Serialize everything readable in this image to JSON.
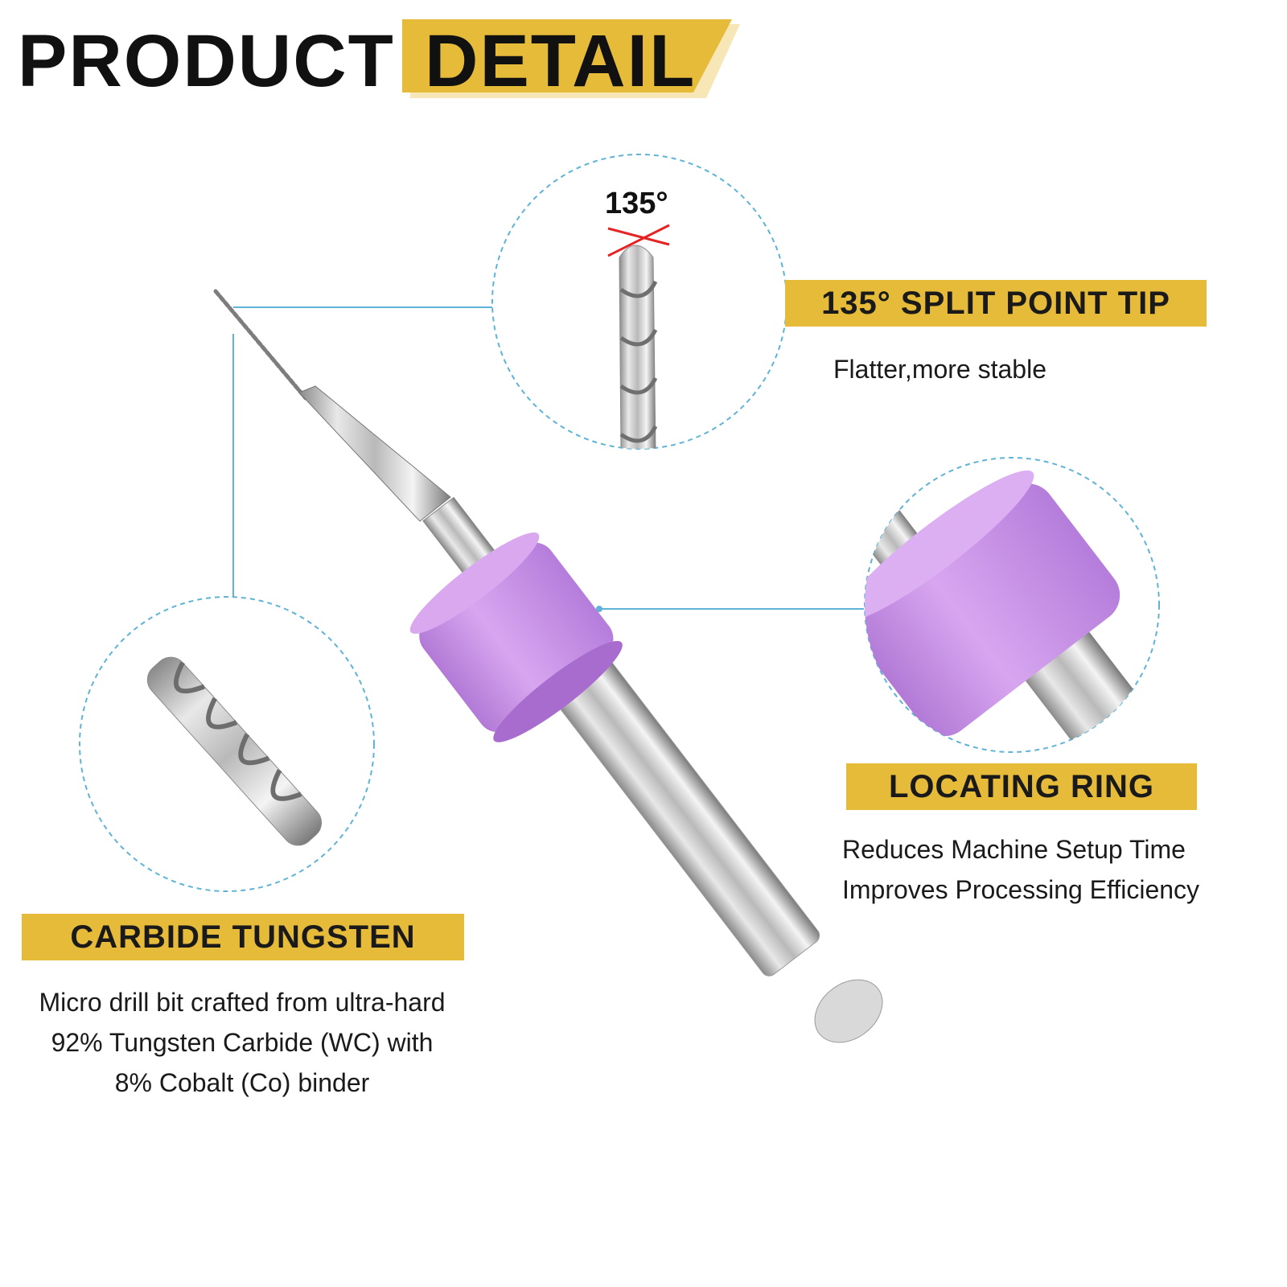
{
  "header": {
    "title_plain": "PRODUCT",
    "title_highlight": "DETAIL"
  },
  "features": {
    "tip": {
      "angle_label": "135°",
      "banner": "135° SPLIT POINT TIP",
      "description_lines": [
        "Flatter,more stable"
      ]
    },
    "ring": {
      "banner": "LOCATING RING",
      "description_lines": [
        "Reduces Machine Setup Time",
        "Improves Processing Efficiency"
      ]
    },
    "carbide": {
      "banner": "CARBIDE TUNGSTEN",
      "description_lines": [
        "Micro drill bit crafted from ultra-hard",
        "92% Tungsten Carbide (WC) with",
        "8% Cobalt (Co) binder"
      ]
    }
  },
  "colors": {
    "banner_gold": "#e7bb3a",
    "ring_purple": "#c98ee6",
    "callout_line": "#5fb3d6",
    "angle_mark": "#e52323"
  },
  "icons": [
    "drill-bit-illustration",
    "split-point-tip-zoom",
    "locating-ring-zoom",
    "carbide-flute-zoom"
  ]
}
